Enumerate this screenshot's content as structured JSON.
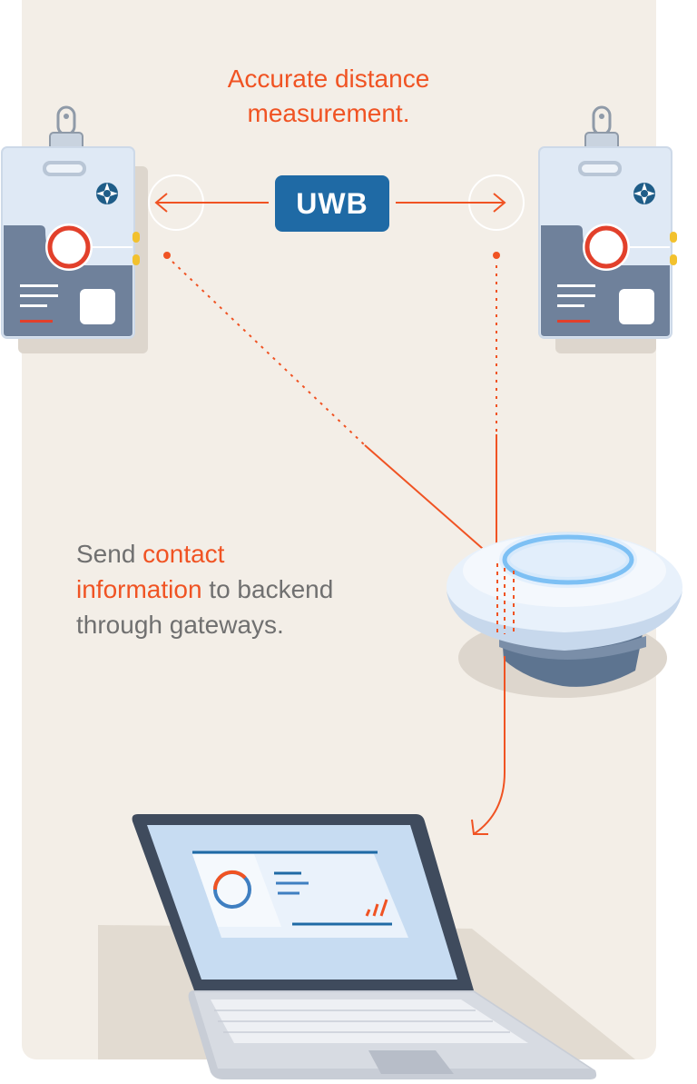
{
  "title": {
    "line1": "Accurate distance",
    "line2": "measurement."
  },
  "uwb": {
    "label": "UWB"
  },
  "caption": {
    "part1": "Send ",
    "highlight1": "contact",
    "highlight2": "information",
    "part2": " to backend",
    "part3": "through gateways."
  },
  "colors": {
    "accent": "#f05323",
    "uwb_badge": "#1f6aa5",
    "background": "#f3eee7",
    "badge_body": "#dfe9f5",
    "badge_panel": "#6f819b",
    "icon_navy": "#1f5d88",
    "gateway_glow": "#5aaff0"
  },
  "icons": [
    "badge-left",
    "badge-right",
    "gateway-device",
    "laptop",
    "uwb-badge"
  ]
}
